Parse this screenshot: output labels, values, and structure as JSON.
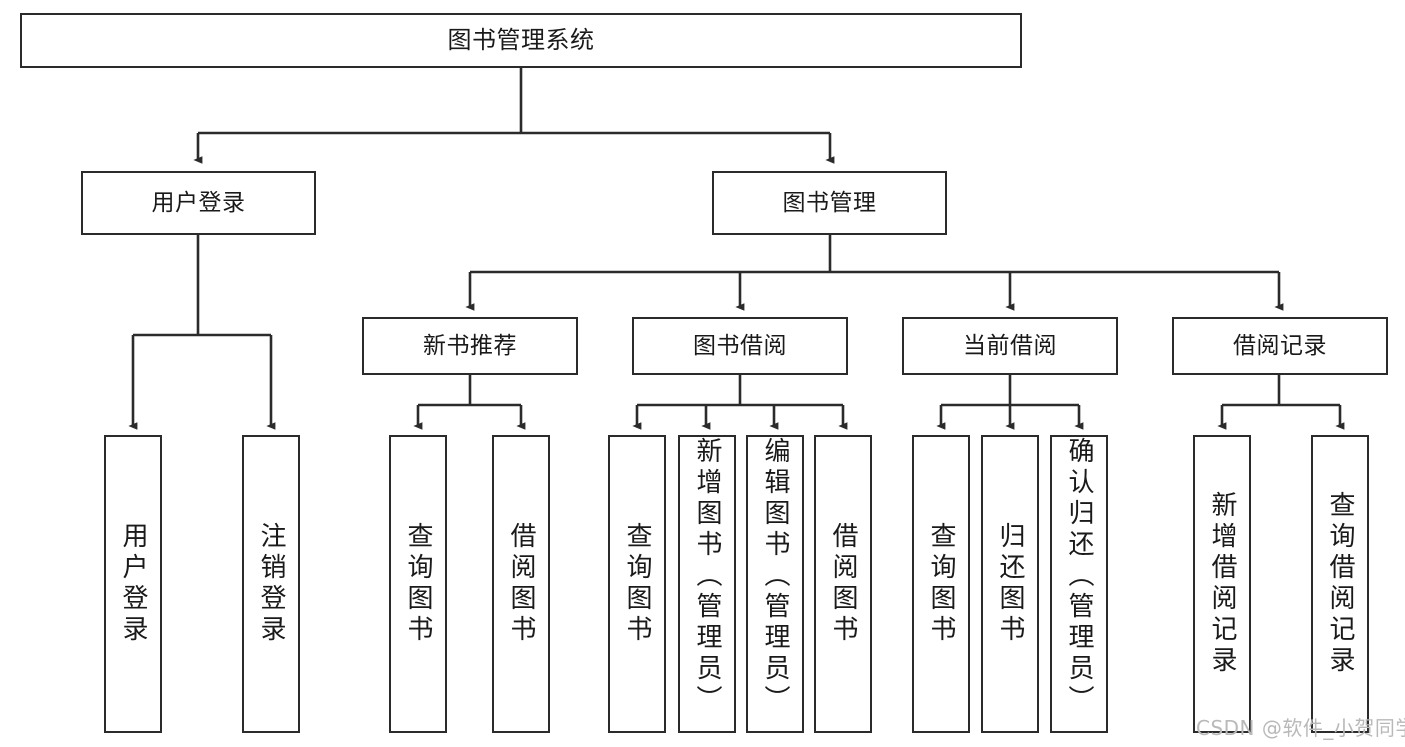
{
  "diagram": {
    "title": "图书管理系统",
    "type": "tree-hierarchy",
    "orientation": "top-down",
    "colors": {
      "box_stroke": "#2b2b2b",
      "box_fill": "#ffffff",
      "connector": "#2b2b2b",
      "text": "#1a1a1a",
      "watermark": "#b9b9b9",
      "background": "#ffffff"
    },
    "nodes": {
      "root": {
        "label": "图书管理系统",
        "level": 1
      },
      "level2": [
        {
          "id": "user-login",
          "label": "用户登录"
        },
        {
          "id": "book-manage",
          "label": "图书管理"
        }
      ],
      "level3": [
        {
          "id": "new-book-rec",
          "label": "新书推荐"
        },
        {
          "id": "book-borrow",
          "label": "图书借阅"
        },
        {
          "id": "current-borrow",
          "label": "当前借阅"
        },
        {
          "id": "borrow-record",
          "label": "借阅记录"
        }
      ],
      "leaves": [
        {
          "id": "leaf-user-login",
          "label": "用户登录",
          "parent": "user-login"
        },
        {
          "id": "leaf-logout-login",
          "label": "注销登录",
          "parent": "user-login"
        },
        {
          "id": "leaf-query-book-1",
          "label": "查询图书",
          "parent": "new-book-rec"
        },
        {
          "id": "leaf-borrow-book-1",
          "label": "借阅图书",
          "parent": "new-book-rec"
        },
        {
          "id": "leaf-query-book-2",
          "label": "查询图书",
          "parent": "book-borrow"
        },
        {
          "id": "leaf-add-book",
          "label": "新增图书（管理员）",
          "parent": "book-borrow"
        },
        {
          "id": "leaf-edit-book",
          "label": "编辑图书（管理员）",
          "parent": "book-borrow"
        },
        {
          "id": "leaf-borrow-book-2",
          "label": "借阅图书",
          "parent": "book-borrow"
        },
        {
          "id": "leaf-query-book-3",
          "label": "查询图书",
          "parent": "current-borrow"
        },
        {
          "id": "leaf-return-book",
          "label": "归还图书",
          "parent": "current-borrow"
        },
        {
          "id": "leaf-confirm-return",
          "label": "确认归还（管理员）",
          "parent": "current-borrow"
        },
        {
          "id": "leaf-add-record",
          "label": "新增借阅记录",
          "parent": "borrow-record"
        },
        {
          "id": "leaf-query-record",
          "label": "查询借阅记录",
          "parent": "borrow-record"
        }
      ]
    },
    "watermark": "CSDN @软件_小贺同学"
  }
}
